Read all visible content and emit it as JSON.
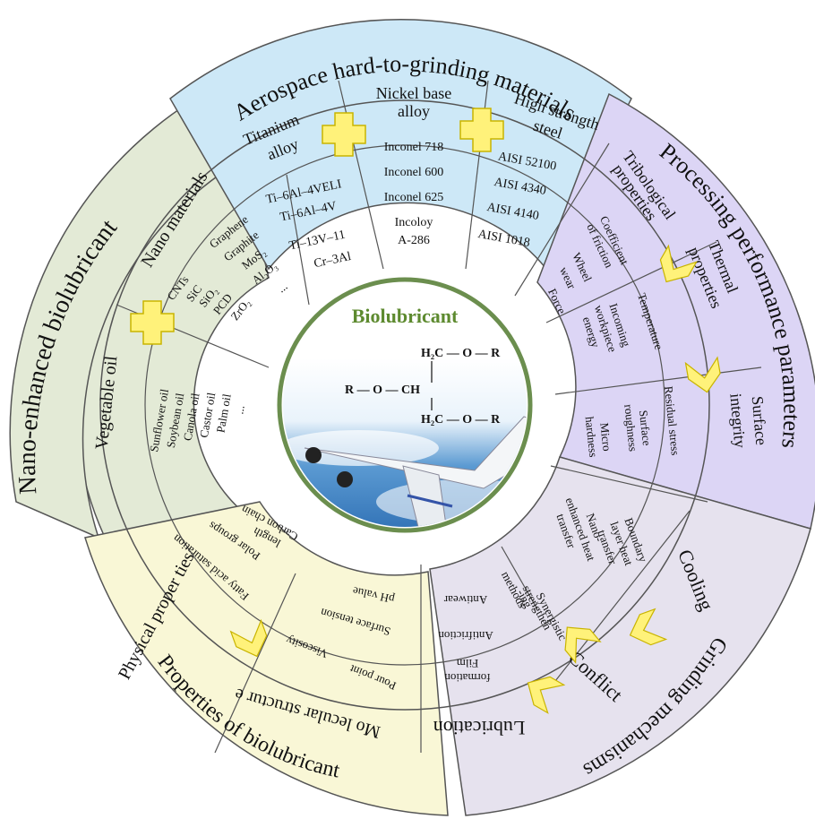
{
  "center": {
    "title": "Biolubricant",
    "formula": {
      "top": "H₂C — O — R",
      "middle": "R — O — CH",
      "bottom": "H₂C — O — R"
    }
  },
  "sections": {
    "aerospace": {
      "title": "Aerospace hard-to-grinding materials",
      "columns": [
        {
          "header": [
            "Titanium",
            "alloy"
          ],
          "items": [
            "Ti–6Al–4VELI",
            "Ti–6Al–4V",
            "Ti–13V–11",
            "Cr–3Al"
          ]
        },
        {
          "header": [
            "Nickel base",
            "alloy"
          ],
          "items": [
            "Inconel 718",
            "Inconel 600",
            "Inconel 625",
            "Incoloy",
            "A-286"
          ]
        },
        {
          "header": [
            "High strength",
            "steel"
          ],
          "items": [
            "AISI 52100",
            "AISI 4340",
            "AISI 4140",
            "AISI 1018"
          ]
        }
      ]
    },
    "processing": {
      "title": "Processing performance parameters",
      "groups": [
        {
          "header": [
            "Tribological",
            "properties"
          ],
          "items": [
            "Coefficient",
            "of friction",
            "Wheel",
            "wear",
            "Force"
          ]
        },
        {
          "header": [
            "Thermal",
            "properties"
          ],
          "items": [
            "Temperature",
            "Incoming",
            "workpiece",
            "energy"
          ]
        },
        {
          "header": [
            "Surface",
            "integrity"
          ],
          "items": [
            "Residual stress",
            "Surface",
            "roughness",
            "Micro",
            "hardness"
          ]
        }
      ]
    },
    "grinding": {
      "title": "Grinding mechanisms",
      "groups": [
        {
          "header": "Cooling",
          "items": [
            "Boundary",
            "layer heat",
            "transfer",
            "Nano-",
            "enhanced heat",
            "transfer"
          ]
        },
        {
          "header": "Conflict",
          "items": [
            "Synergistic",
            "strengthen",
            "-ing",
            "methods"
          ]
        },
        {
          "header": "Lubrication",
          "items": [
            "Antiwear",
            "Antifriction",
            "Film",
            "formation"
          ]
        }
      ]
    },
    "properties": {
      "title": "Properties of biolubricant",
      "groups": [
        {
          "header": "Physical proper ties",
          "items": [
            "pH value",
            "Surface tension",
            "Viscosity",
            "Pour point"
          ]
        },
        {
          "header": "Mo lecular structur e",
          "items": [
            "Carbon chain",
            "length",
            "Polar groups",
            "Fatty acid saturation"
          ]
        }
      ]
    },
    "nano": {
      "title": "Nano-enhanced biolubricant",
      "groups": [
        {
          "header": "Nano materials",
          "items": [
            "Graphene",
            "Graphite",
            "MoS₂",
            "Al₂O₃",
            "...",
            "CNTs",
            "SiC",
            "SiO₂",
            "PCD",
            "ZrO₂"
          ]
        },
        {
          "header": "Vegetable oil",
          "items": [
            "Sunflower oil",
            "Soybean oil",
            "Canola oil",
            "Castor oil",
            "Palm oil",
            "..."
          ]
        }
      ]
    }
  },
  "colors": {
    "aerospace": "#cde8f7",
    "processing": "#dcd5f5",
    "grinding": "#e6e2ee",
    "properties": "#f9f7d6",
    "nano": "#e3ead6",
    "title": "#5d8a2f",
    "icon": "#fff27a"
  },
  "icons": [
    "plus-icon",
    "chevron-icon"
  ]
}
